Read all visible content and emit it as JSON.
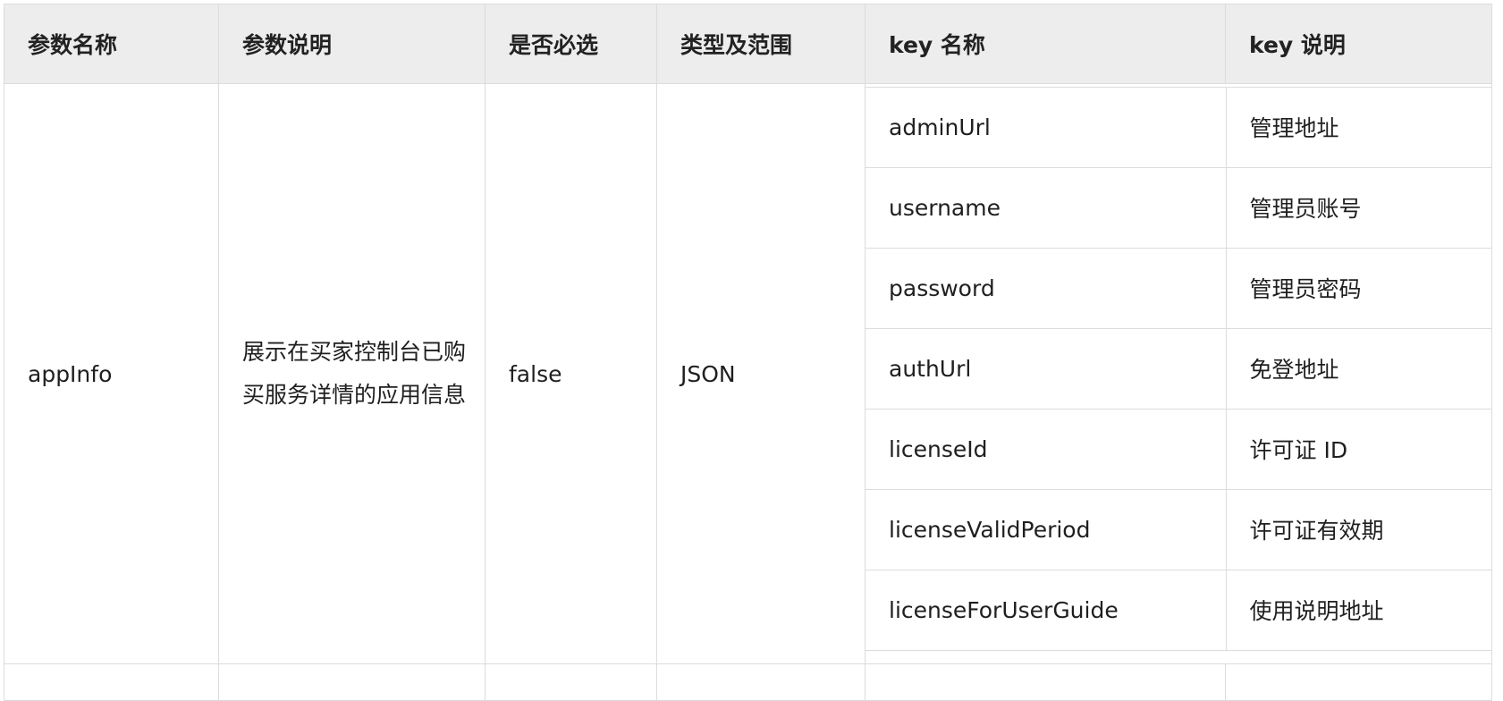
{
  "table": {
    "headers": [
      "参数名称",
      "参数说明",
      "是否必选",
      "类型及范围",
      "key 名称",
      "key 说明"
    ],
    "row": {
      "name": "appInfo",
      "description": "展示在买家控制台已购买服务详情的应用信息",
      "required": "false",
      "type": "JSON",
      "keys": [
        {
          "key": "adminUrl",
          "desc": "管理地址"
        },
        {
          "key": "username",
          "desc": "管理员账号"
        },
        {
          "key": "password",
          "desc": "管理员密码"
        },
        {
          "key": "authUrl",
          "desc": "免登地址"
        },
        {
          "key": "licenseId",
          "desc": "许可证 ID"
        },
        {
          "key": "licenseValidPeriod",
          "desc": "许可证有效期"
        },
        {
          "key": "licenseForUserGuide",
          "desc": "使用说明地址"
        }
      ]
    }
  }
}
